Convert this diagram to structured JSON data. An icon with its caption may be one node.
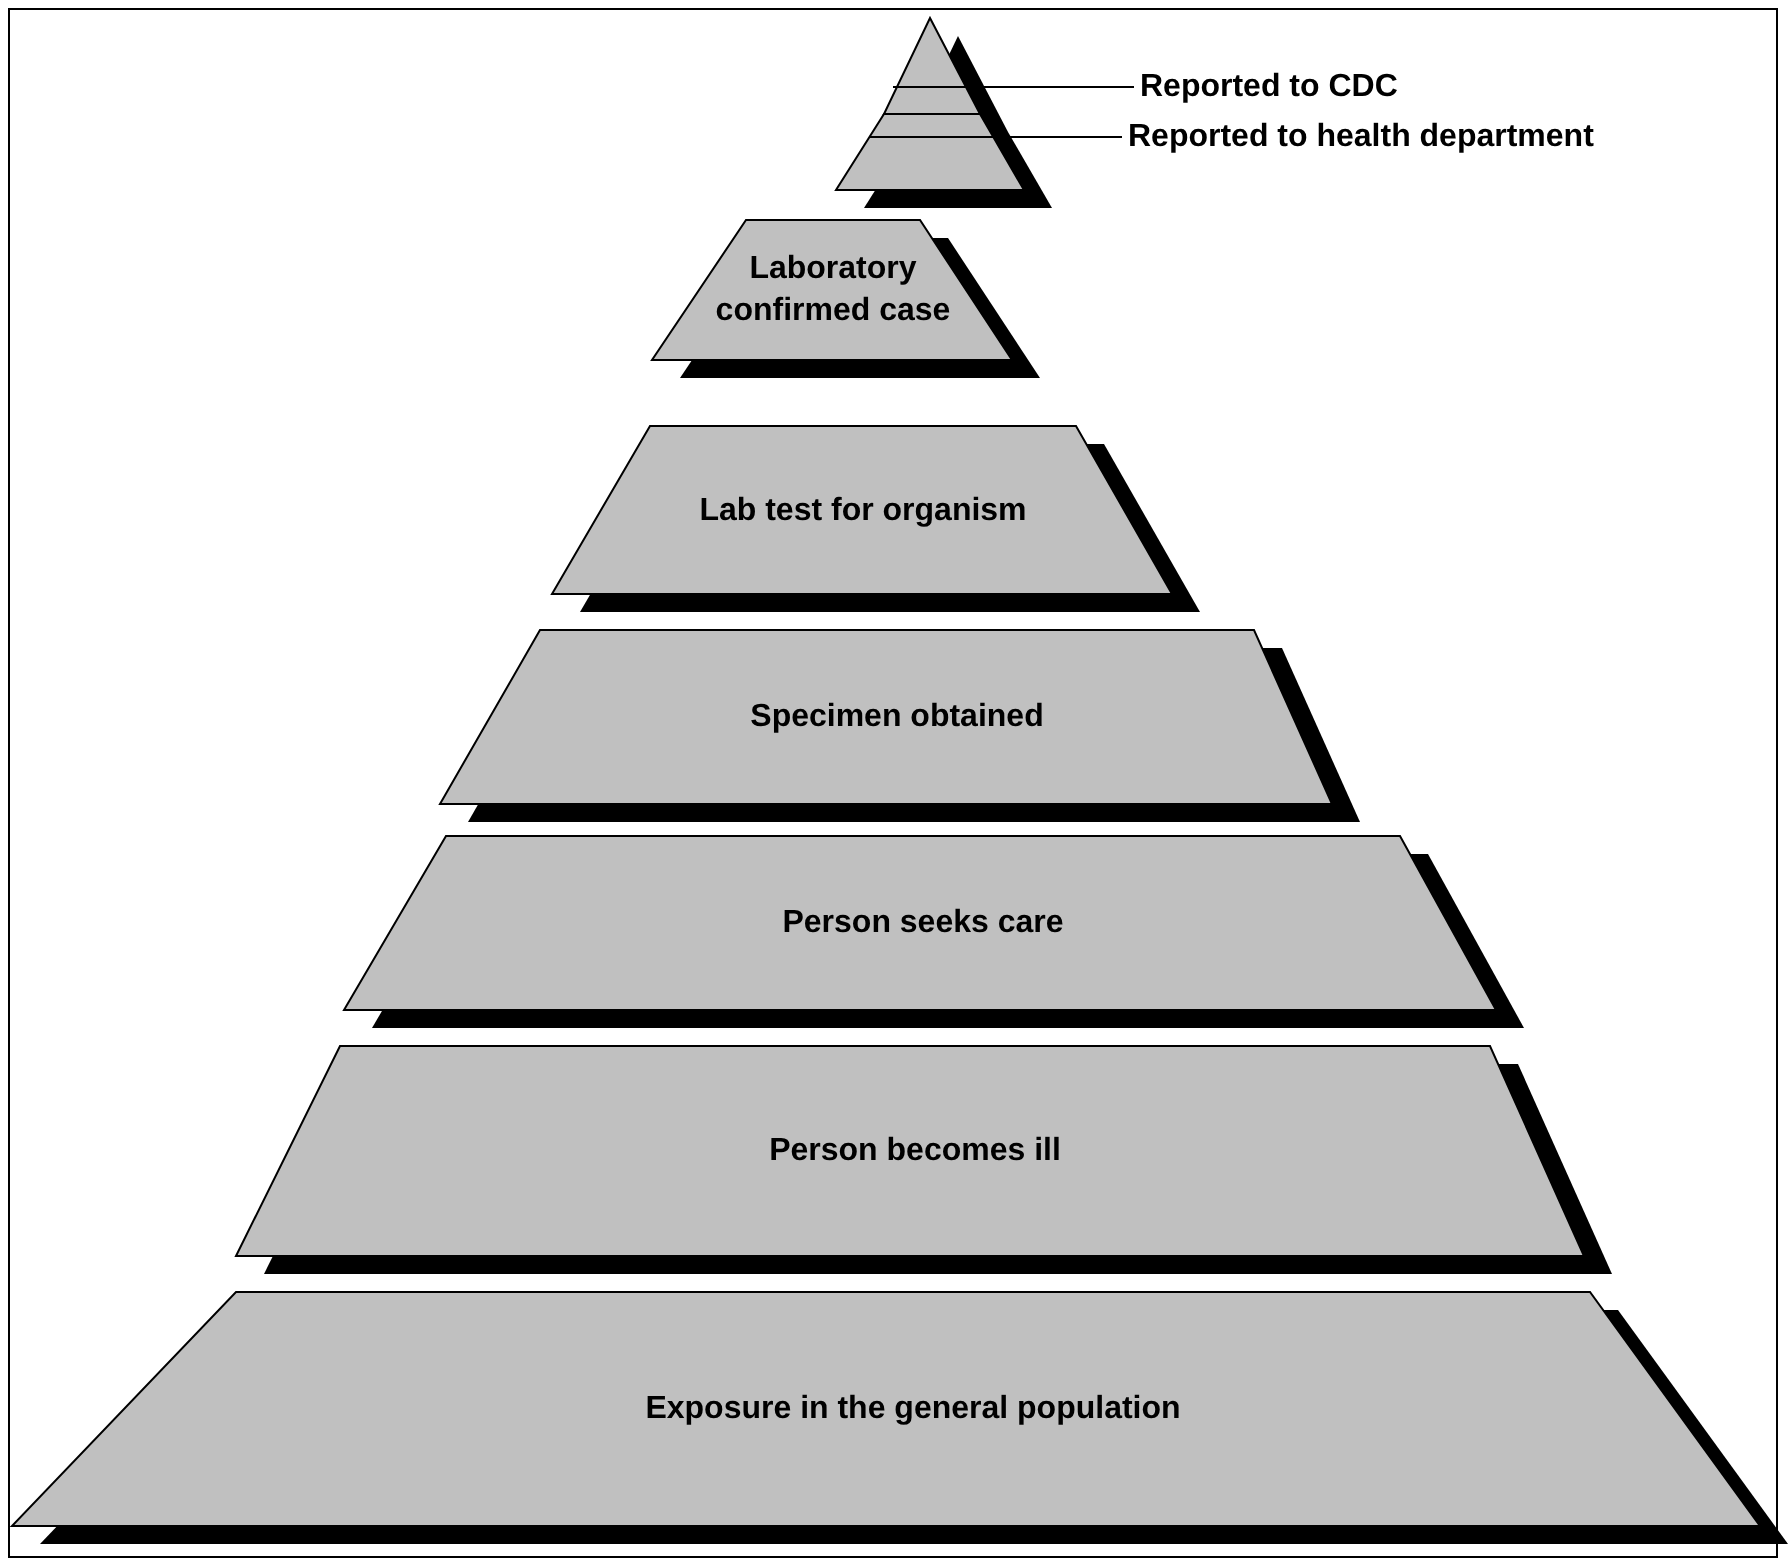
{
  "diagram": {
    "nodes": [
      {
        "text": [
          "Reported to CDC"
        ]
      },
      {
        "text": [
          "Reported to health department"
        ]
      },
      {
        "text": [],
        "shape": "triangle"
      },
      {
        "text": [],
        "shape": "trapezoid"
      },
      {
        "text": [
          "Laboratory confirmed case"
        ]
      },
      {
        "text": [
          "Lab test for organism"
        ]
      },
      {
        "text": [
          "Specimen obtained"
        ]
      },
      {
        "text": [
          "Person seeks care"
        ]
      },
      {
        "text": [
          "Person becomes ill"
        ]
      },
      {
        "text": [
          "Exposure in the general population"
        ]
      }
    ],
    "edges": [
      {
        "from": 0,
        "to": 2,
        "arrow": "none"
      },
      {
        "from": 1,
        "to": 3,
        "arrow": "none"
      }
    ]
  }
}
